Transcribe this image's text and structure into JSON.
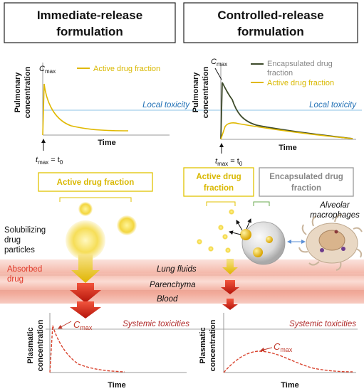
{
  "panels": {
    "left": {
      "title_line1": "Immediate-release",
      "title_line2": "formulation",
      "ylabel_line1": "Pulmonary",
      "ylabel_line2": "concentration",
      "xlabel": "Time",
      "cmax": "C",
      "cmax_sub": "max",
      "legend_yellow": "Active drug fraction",
      "tmax_t": "t",
      "tmax_sub": "max",
      "tmax_eq": " = t",
      "tmax_zero": "0",
      "box_label": "Active drug fraction"
    },
    "right": {
      "title_line1": "Controlled-release",
      "title_line2": "formulation",
      "ylabel_line1": "Pulmonary",
      "ylabel_line2": "concentration",
      "xlabel": "Time",
      "cmax": "C",
      "cmax_sub": "max",
      "legend_gray_line1": "Encapsulated drug",
      "legend_gray_line2": "fraction",
      "legend_yellow": "Active drug fraction",
      "tmax_t": "t",
      "tmax_sub": "max",
      "tmax_eq": " = t",
      "tmax_zero": "0",
      "box_yellow_line1": "Active drug",
      "box_yellow_line2": "fraction",
      "box_gray_line1": "Encapsulated drug",
      "box_gray_line2": "fraction"
    },
    "local_toxicity": "Local toxicity",
    "middle": {
      "solubilizing_line1": "Solubilizing",
      "solubilizing_line2": "drug",
      "solubilizing_line3": "particles",
      "alveolar_line1": "Alveolar",
      "alveolar_line2": "macrophages",
      "lung_fluids": "Lung fluids",
      "parenchyma": "Parenchyma",
      "blood": "Blood",
      "absorbed_line1": "Absorbed",
      "absorbed_line2": "drug"
    },
    "bottom": {
      "left": {
        "ylabel_line1": "Plasmatic",
        "ylabel_line2": "concentration",
        "xlabel": "Time",
        "cmax": "C",
        "cmax_sub": "max"
      },
      "right": {
        "ylabel_line1": "Plasmatic",
        "ylabel_line2": "concentration",
        "xlabel": "Time",
        "cmax": "C",
        "cmax_sub": "max"
      },
      "systemic_toxicities": "Systemic toxicities"
    }
  },
  "colors": {
    "yellow": "#e8c400",
    "dark_green": "#3d4a2a",
    "gray": "#888888",
    "toxicity_line": "#7fb8de",
    "systemic_line": "#999999",
    "red": "#d42a1a",
    "tissue_pink": "#f4c3b8"
  }
}
